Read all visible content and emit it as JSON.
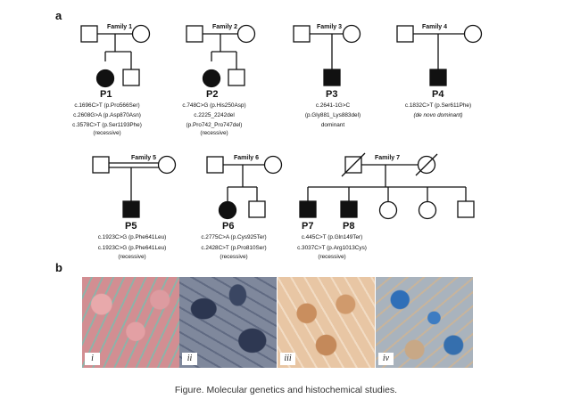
{
  "panel_a_label": "a",
  "panel_b_label": "b",
  "families": [
    {
      "label": "Family 1",
      "patient": "P1",
      "lines": [
        "c.1696C>T (p.Pro566Ser)",
        "c.2608G>A (p.Asp870Asn)",
        "c.3578C>T (p.Ser1193Phe)",
        "(recessive)"
      ]
    },
    {
      "label": "Family 2",
      "patient": "P2",
      "lines": [
        "c.748C>G (p.His250Asp)",
        "c.2225_2242del",
        "(p.Pro742_Pro747del)",
        "(recessive)"
      ]
    },
    {
      "label": "Family 3",
      "patient": "P3",
      "lines": [
        "c.2641-1G>C",
        "(p.Gly881_Lys883del)",
        "dominant"
      ]
    },
    {
      "label": "Family 4",
      "patient": "P4",
      "lines": [
        "c.1832C>T (p.Ser611Phe)",
        "(de novo dominant)"
      ]
    },
    {
      "label": "Family 5",
      "patient": "P5",
      "lines": [
        "c.1923C>G (p.Phe641Leu)",
        "c.1923C>G (p.Phe641Leu)",
        "(recessive)"
      ]
    },
    {
      "label": "Family 6",
      "patient": "P6",
      "lines": [
        "c.2775C>A (p.Cys925Ter)",
        "c.2428C>T (p.Pro810Ser)",
        "(recessive)"
      ]
    },
    {
      "label": "Family 7",
      "patients": [
        "P7",
        "P8"
      ],
      "lines": [
        "c.445C>T (p.Gln149Ter)",
        "c.3037C>T (p.Arg1013Cys)",
        "(recessive)"
      ]
    }
  ],
  "histology_panels": [
    {
      "label": "i",
      "color": "#c97f82"
    },
    {
      "label": "ii",
      "color": "#505a72"
    },
    {
      "label": "iii",
      "color": "#dcae82"
    },
    {
      "label": "iv",
      "color": "#8c9aa8"
    }
  ],
  "caption": "Figure. Molecular genetics and histochemical studies."
}
